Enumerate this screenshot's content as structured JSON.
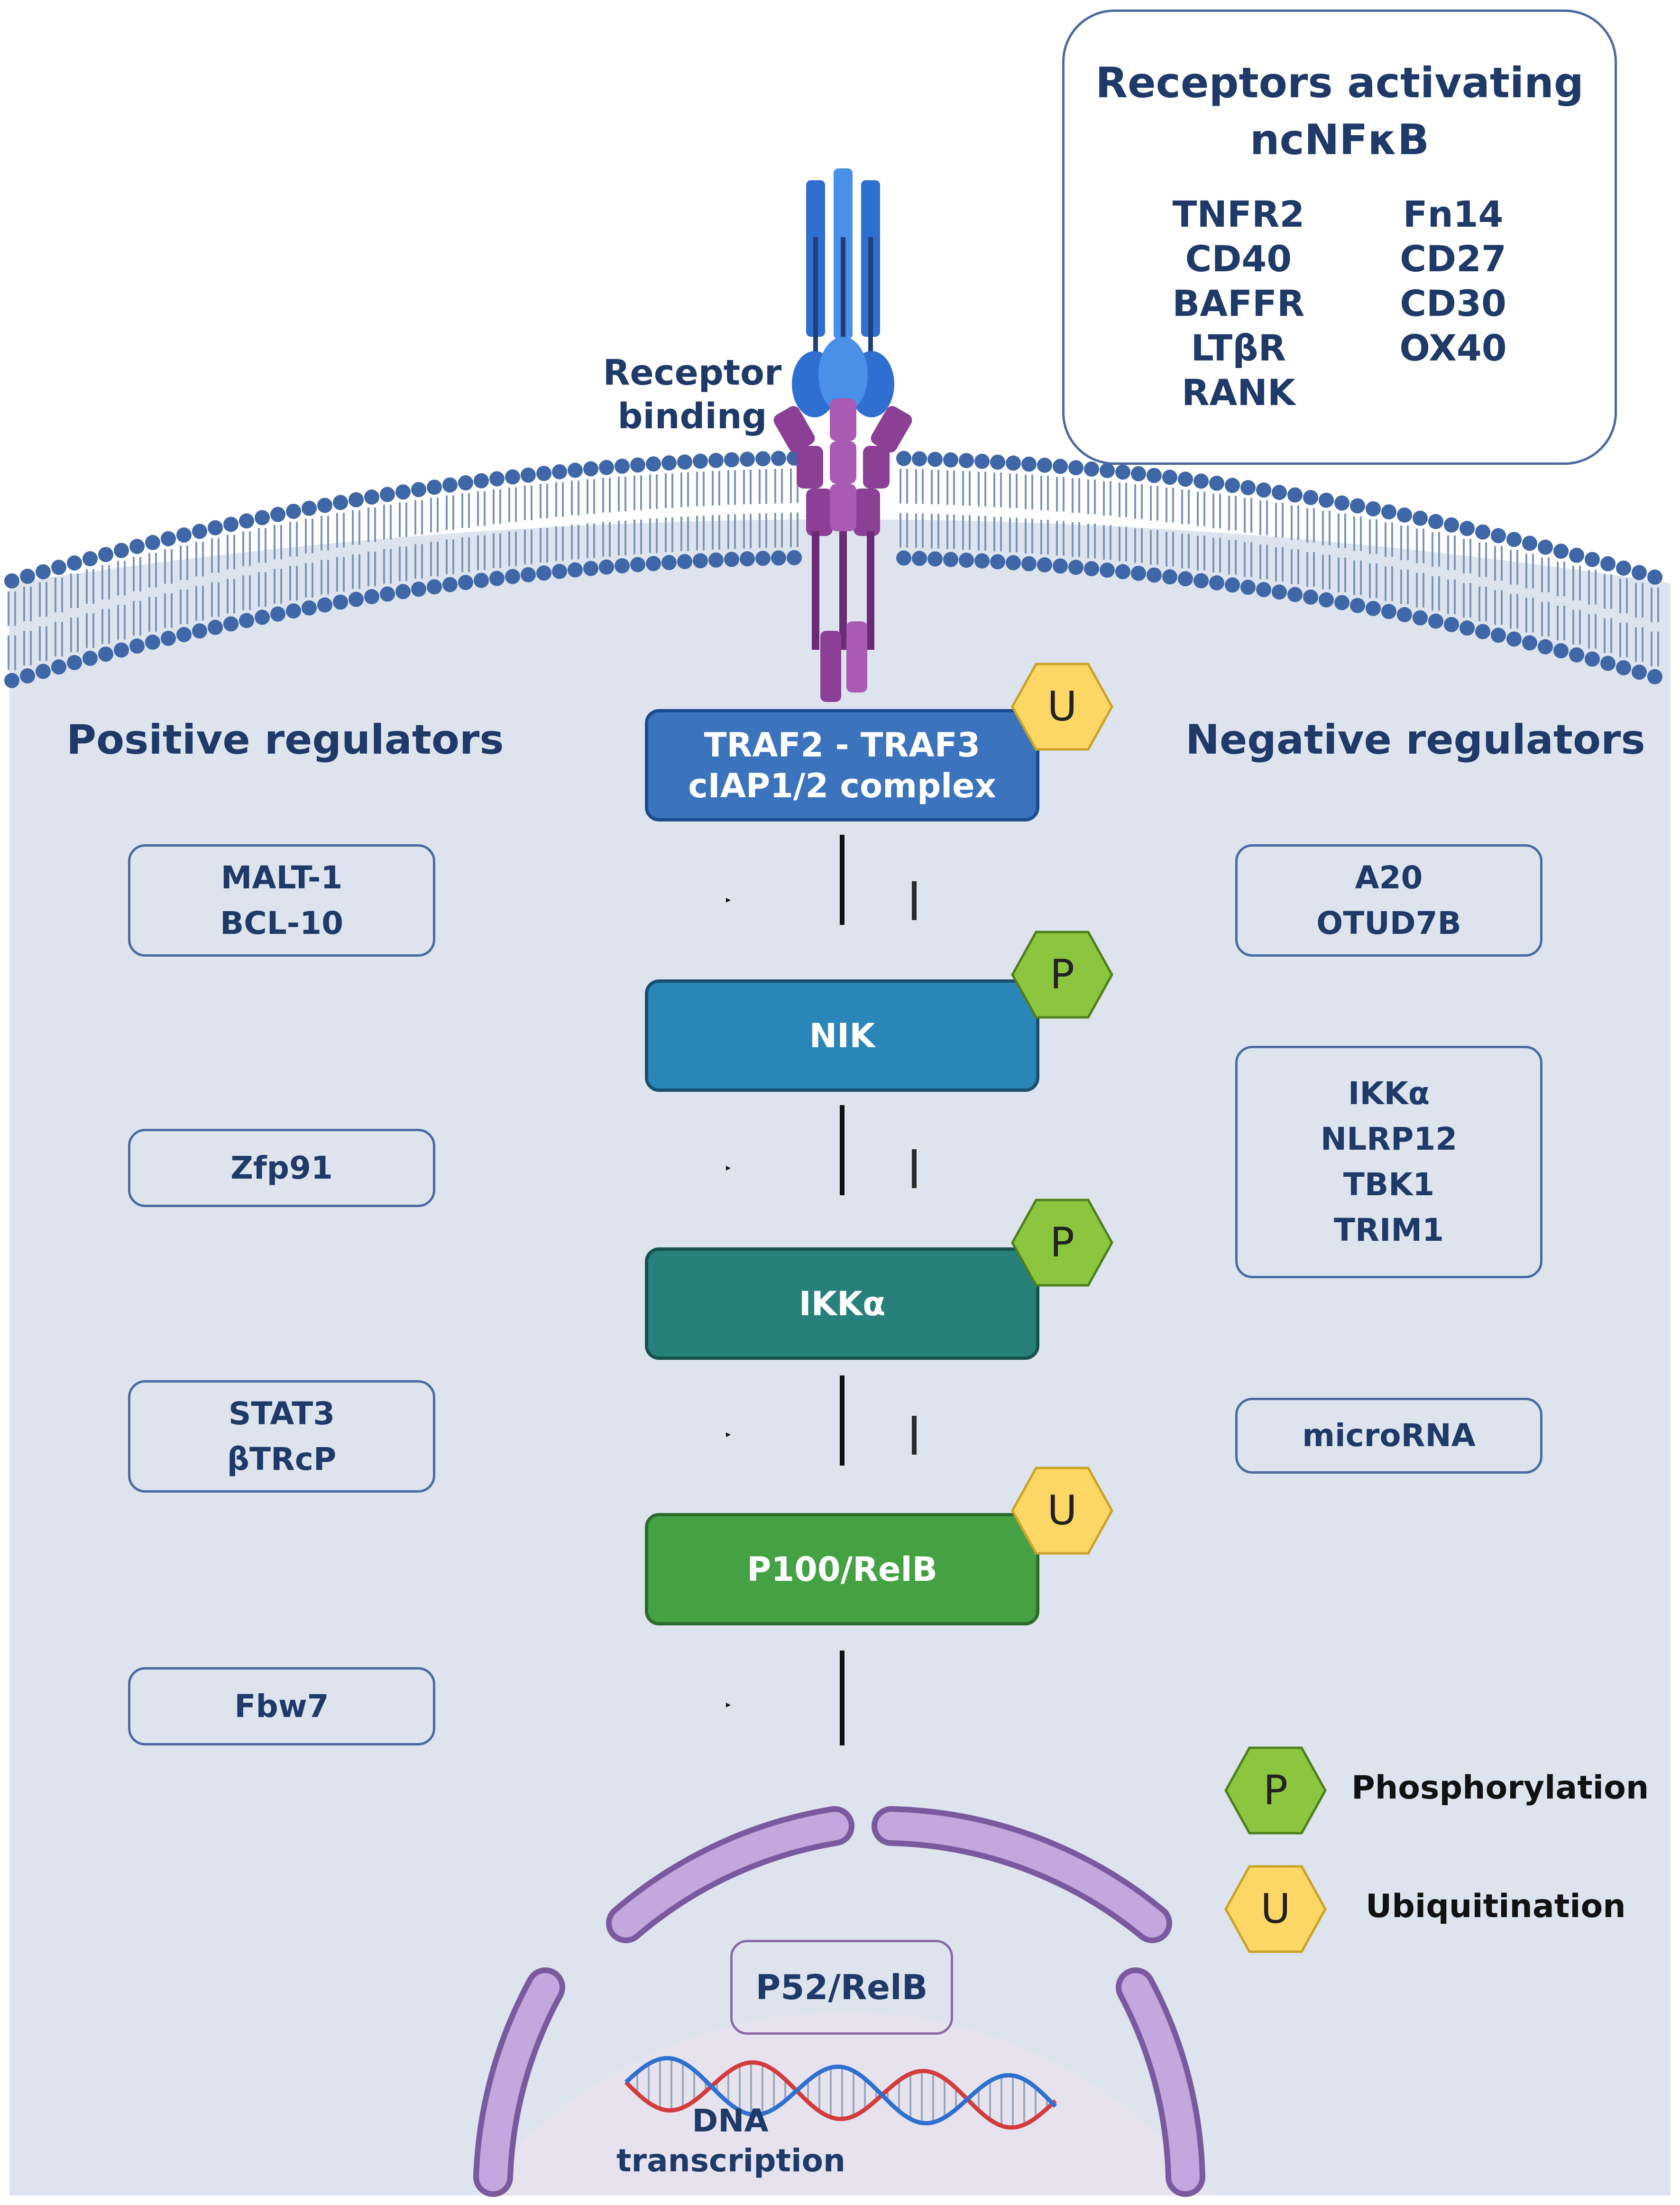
{
  "receptors_box": {
    "title_line1": "Receptors activating",
    "title_line2": "ncNFκB",
    "col1": [
      "TNFR2",
      "CD40",
      "BAFFR",
      "LTβR",
      "RANK"
    ],
    "col2": [
      "Fn14",
      "CD27",
      "CD30",
      "OX40"
    ]
  },
  "receptor_label": {
    "line1": "Receptor",
    "line2": "binding"
  },
  "headers": {
    "positive": "Positive regulators",
    "negative": "Negative regulators"
  },
  "pathway": {
    "traf": {
      "line1": "TRAF2 - TRAF3",
      "line2": "cIAP1/2 complex",
      "badge": "U",
      "color": "#3b73bd"
    },
    "nik": {
      "label": "NIK",
      "badge": "P",
      "color": "#2a86b8"
    },
    "ikka": {
      "label": "IKKα",
      "badge": "P",
      "color": "#27807a"
    },
    "p100": {
      "label": "P100/RelB",
      "badge": "U",
      "color": "#44a144"
    }
  },
  "positive_regulators": {
    "r1": {
      "line1": "MALT-1",
      "line2": "BCL-10"
    },
    "r2": {
      "line1": "Zfp91"
    },
    "r3": {
      "line1": "STAT3",
      "line2": "βTRcP"
    },
    "r4": {
      "line1": "Fbw7"
    }
  },
  "negative_regulators": {
    "r1": {
      "line1": "A20",
      "line2": "OTUD7B"
    },
    "r2": {
      "line1": "IKKα",
      "line2": "NLRP12",
      "line3": "TBK1",
      "line4": "TRIM1"
    },
    "r3": {
      "line1": "microRNA"
    }
  },
  "legend": {
    "phosphorylation": {
      "symbol": "P",
      "label": "Phosphorylation",
      "color": "#8cc63f"
    },
    "ubiquitination": {
      "symbol": "U",
      "label": "Ubiquitination",
      "color": "#fdd765"
    }
  },
  "nucleus": {
    "product": "P52/RelB",
    "dna_line1": "DNA",
    "dna_line2": "transcription"
  }
}
